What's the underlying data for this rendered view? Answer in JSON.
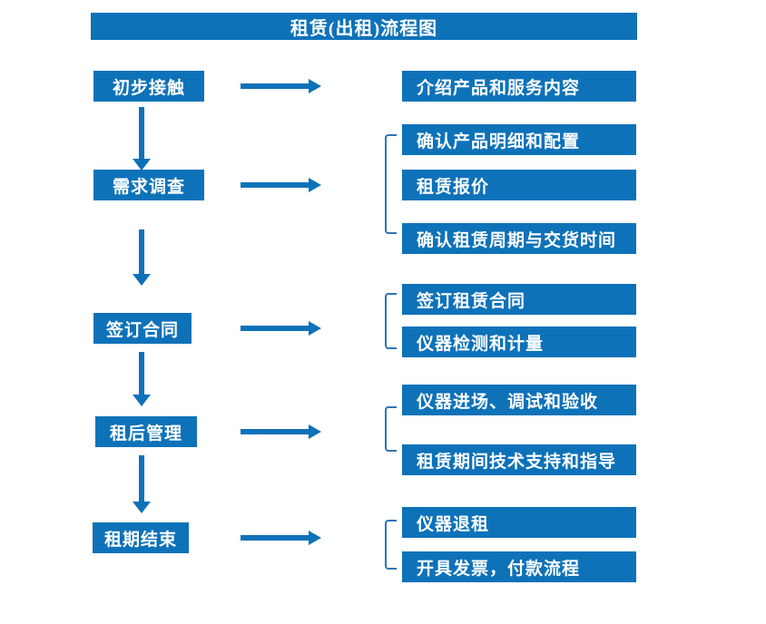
{
  "title": "租赁(出租)流程图",
  "colors": {
    "primary": "#0e72b9",
    "bracket": "#2f74b5",
    "box_text": "#ffffff",
    "background": "#ffffff"
  },
  "flow": {
    "steps": [
      {
        "label": "初步接触",
        "details": [
          "介绍产品和服务内容"
        ]
      },
      {
        "label": "需求调查",
        "details": [
          "确认产品明细和配置",
          "租赁报价",
          "确认租赁周期与交货时间"
        ]
      },
      {
        "label": "签订合同",
        "details": [
          "签订租赁合同",
          "仪器检测和计量"
        ]
      },
      {
        "label": "租后管理",
        "details": [
          "仪器进场、调试和验收",
          "租赁期间技术支持和指导"
        ]
      },
      {
        "label": "租期结束",
        "details": [
          "仪器退租",
          "开具发票，付款流程"
        ]
      }
    ]
  }
}
